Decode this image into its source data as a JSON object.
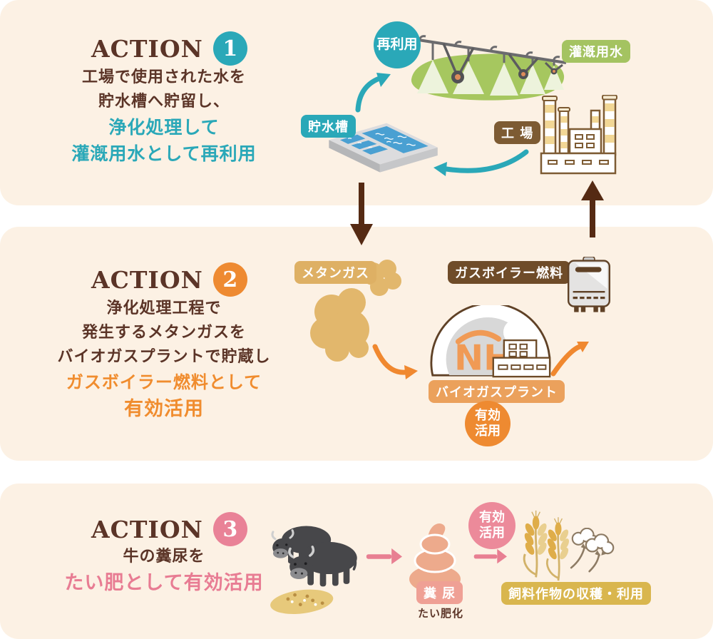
{
  "colors": {
    "panel_bg": "#fcf1e4",
    "brown_text": "#5b3427",
    "teal_accent": "#2aa8b8",
    "orange_accent": "#ee8a31",
    "pink_accent": "#e98297",
    "arrow_brown": "#552a13",
    "field_green": "#a6c75f",
    "cloud_tan": "#e2b76c",
    "manure_salmon": "#edaa8c"
  },
  "panel1": {
    "action_word": "ACTION",
    "action_number": "1",
    "desc_lines": [
      "工場で使用された水を",
      "貯水槽へ貯留し、",
      "浄化処理して",
      "灌漑用水として再利用"
    ],
    "reuse_badge": "再利用",
    "irrigation_label": "灌漑用水",
    "tank_label": "貯水槽",
    "factory_label": "工 場"
  },
  "panel2": {
    "action_word": "ACTION",
    "action_number": "2",
    "desc_lines": [
      "浄化処理工程で",
      "発生するメタンガスを",
      "バイオガスプラントで貯蔵し",
      "ガスボイラー燃料として",
      "有効活用"
    ],
    "methane_label": "メタンガス",
    "boiler_fuel_label": "ガスボイラー燃料",
    "plant_label": "バイオガスプラント",
    "plant_logo": "NH",
    "use_badge_line1": "有効",
    "use_badge_line2": "活用"
  },
  "panel3": {
    "action_word": "ACTION",
    "action_number": "3",
    "desc_lines": [
      "牛の糞尿を",
      "たい肥として有効活用"
    ],
    "use_badge_line1": "有効",
    "use_badge_line2": "活用",
    "manure_label": "糞 尿",
    "compost_note": "たい肥化",
    "crops_label": "飼料作物の収穫・利用"
  }
}
